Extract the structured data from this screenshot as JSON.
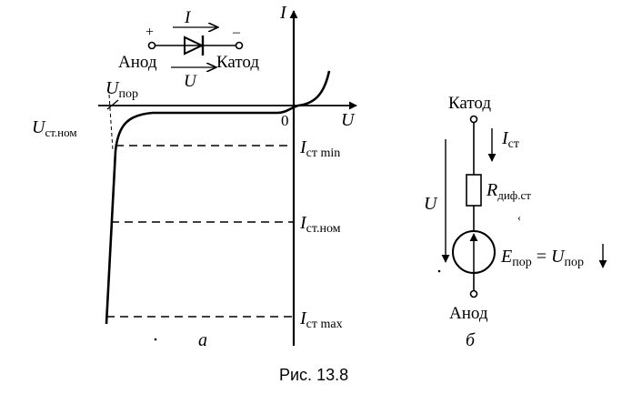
{
  "figure": {
    "caption": "Рис. 13.8",
    "panel_a": {
      "letter": "а",
      "axis_current": "I",
      "axis_voltage": "U",
      "origin": "0",
      "symbol": {
        "current": "I",
        "voltage": "U",
        "plus": "+",
        "minus": "–",
        "anode": "Анод",
        "cathode": "Катод"
      },
      "u_threshold": {
        "main": "U",
        "sub": "пор"
      },
      "u_nominal": {
        "main": "U",
        "sub": "ст.ном"
      },
      "i_min": {
        "main": "I",
        "sub": "ст min"
      },
      "i_nom": {
        "main": "I",
        "sub": "ст.ном"
      },
      "i_max": {
        "main": "I",
        "sub": "ст max"
      }
    },
    "panel_b": {
      "letter": "б",
      "cathode": "Катод",
      "anode": "Анод",
      "current": {
        "main": "I",
        "sub": "ст"
      },
      "resistor": {
        "main": "R",
        "sub": "диф.ст"
      },
      "voltage": "U",
      "source": {
        "main": "E",
        "sub": "пор",
        "eq": " = ",
        "main2": "U",
        "sub2": "пор"
      }
    }
  }
}
